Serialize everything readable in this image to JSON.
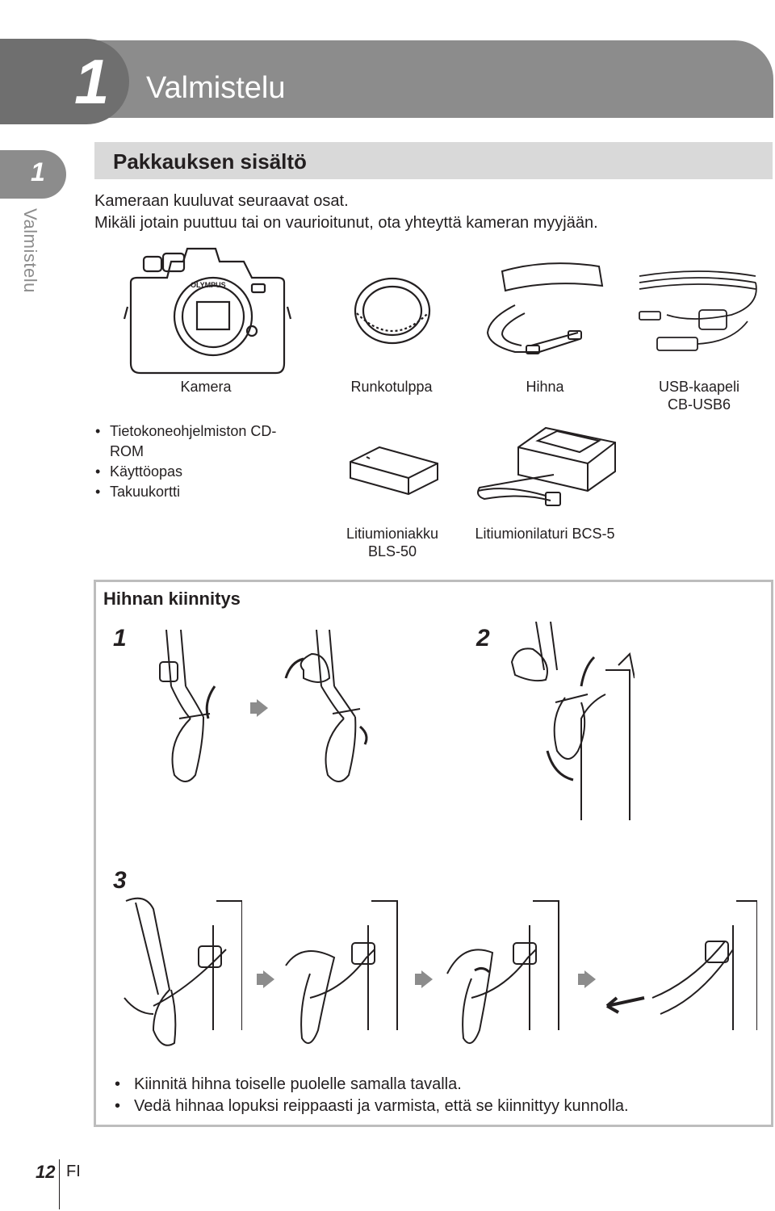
{
  "chapter": {
    "number": "1",
    "title": "Valmistelu"
  },
  "side_tab": {
    "number": "1",
    "label": "Valmistelu"
  },
  "section": {
    "title": "Pakkauksen sisältö"
  },
  "intro": {
    "line1": "Kameraan kuuluvat seuraavat osat.",
    "line2": "Mikäli jotain puuttuu tai on vaurioitunut, ota yhteyttä kameran myyjään."
  },
  "items": {
    "camera": "Kamera",
    "body_cap": "Runkotulppa",
    "strap": "Hihna",
    "usb_line1": "USB-kaapeli",
    "usb_line2": "CB-USB6",
    "battery_line1": "Litiumioniakku",
    "battery_line2": "BLS-50",
    "charger": "Litiumionilaturi BCS-5",
    "camera_brand": "OLYMPUS"
  },
  "extras": [
    "Tietokoneohjelmiston CD-ROM",
    "Käyttöopas",
    "Takuukortti"
  ],
  "strap_section": {
    "title": "Hihnan kiinnitys",
    "steps": [
      "1",
      "2",
      "3"
    ],
    "notes": [
      "Kiinnitä hihna toiselle puolelle samalla tavalla.",
      "Vedä hihnaa lopuksi reippaasti ja varmista, että se kiinnittyy kunnolla."
    ]
  },
  "footer": {
    "page": "12",
    "lang": "FI"
  }
}
